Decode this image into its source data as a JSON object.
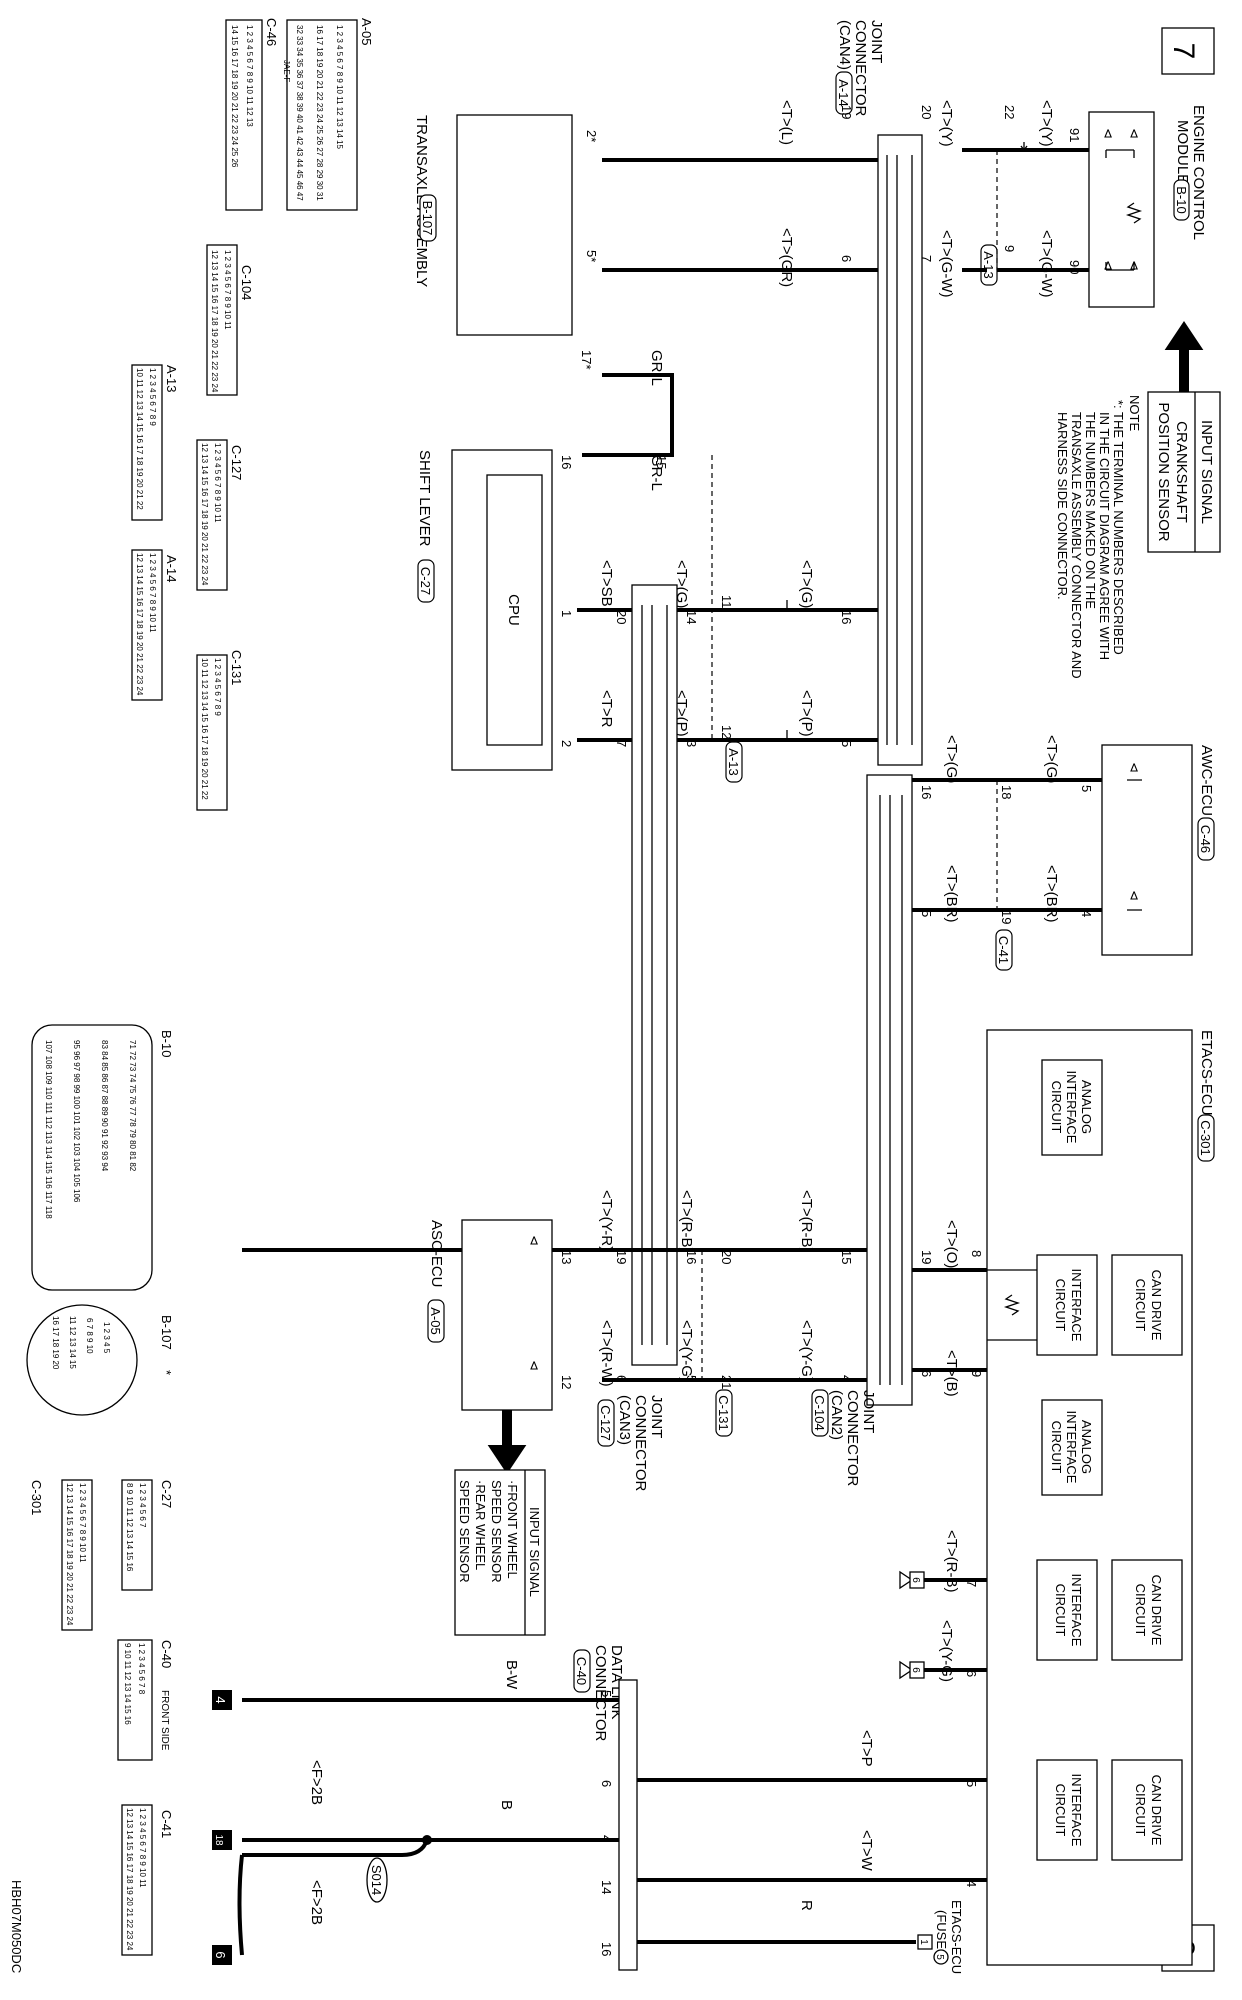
{
  "pages": {
    "start": "7",
    "end": "8"
  },
  "footer_code": "HBH07M050DC",
  "note": {
    "heading": "NOTE",
    "lines": [
      "*: THE TERMINAL NUMBERS DESCRIBED",
      "IN THE CIRCUIT DIAGRAM AGREE WITH",
      "THE NUMBERS MAKED ON THE",
      "TRANSAXLE ASSEMBLY CONNECTOR AND",
      "HARNESS SIDE CONNECTOR."
    ]
  },
  "components": {
    "ecm": {
      "line1": "ENGINE CONTROL",
      "line2": "MODULE",
      "code": "B-10"
    },
    "input_signal_top": {
      "title": "INPUT SIGNAL",
      "line1": "CRANKSHAFT",
      "line2": "POSITION SENSOR"
    },
    "awc": {
      "name": "AWC-ECU",
      "code": "C-46"
    },
    "etacs": {
      "name": "ETACS-ECU",
      "code": "C-301"
    },
    "jc4": {
      "line1": "JOINT",
      "line2": "CONNECTOR",
      "line3": "(CAN4)",
      "code": "A-14"
    },
    "jc2": {
      "line1": "JOINT",
      "line2": "CONNECTOR",
      "line3": "(CAN2)",
      "code": "C-104"
    },
    "jc3": {
      "line1": "JOINT",
      "line2": "CONNECTOR",
      "line3": "(CAN3)",
      "code": "C-127"
    },
    "transaxle": {
      "name": "TRANSAXLE ASSEMBLY",
      "code": "B-107"
    },
    "shift": {
      "name": "SHIFT LEVER",
      "code": "C-27",
      "cpu": "CPU"
    },
    "asc": {
      "name": "ASC-ECU",
      "code": "A-05"
    },
    "input_signal_bottom": {
      "title": "INPUT SIGNAL",
      "lines": [
        "·FRONT WHEEL",
        "SPEED SENSOR",
        "·REAR WHEEL",
        "SPEED SENSOR"
      ]
    },
    "dlc": {
      "line1": "DATA LINK",
      "line2": "CONNECTOR",
      "code": "C-40"
    },
    "etacs_fuse": {
      "line1": "ETACS-ECU",
      "line2": "(FUSE",
      "fuse": "5"
    }
  },
  "circuits": {
    "analog1": [
      "ANALOG",
      "INTERFACE",
      "CIRCUIT"
    ],
    "analog2": [
      "ANALOG",
      "INTERFACE",
      "CIRCUIT"
    ],
    "can_drive": [
      "CAN DRIVE",
      "CIRCUIT"
    ],
    "interface": [
      "INTERFACE",
      "CIRCUIT"
    ]
  },
  "inline_codes": {
    "a13": "A-13",
    "c41": "C-41",
    "c131": "C-131"
  },
  "splice": "S014",
  "ground_refs": {
    "r4": "4",
    "r18": "18",
    "r6": "6",
    "r6b": "6",
    "r6c": "6",
    "r1": "1"
  },
  "wires": {
    "t_y": "<T>(Y)",
    "t_gw": "<T>(G-W)",
    "t_l": "<T>(L)",
    "t_gr": "<T>(GR)",
    "gr_l": "GR-L",
    "t_g": "<T>(G)",
    "t_p": "<T>(P)",
    "t_sb": "<T>SB",
    "t_r": "<T>R",
    "t_br": "<T>(BR)",
    "t_o": "<T>(O)",
    "t_b": "<T>(B)",
    "t_rb": "<T>(R-B)",
    "t_yg": "<T>(Y-G)",
    "t_yr": "<T>(Y-R)",
    "t_rw": "<T>(R-W)",
    "b_w": "B-W",
    "b": "B",
    "t_P": "<T>P",
    "t_W": "<T>W",
    "r": "R",
    "f2b": "<F>2B"
  },
  "terminals": {
    "ecm_a": "91",
    "ecm_b": "90",
    "a13_a": "22",
    "a13_b": "9",
    "j4_20": "20",
    "j4_7": "7",
    "j4_19": "19",
    "j4_6": "6",
    "j4_16": "16",
    "j4_5": "5",
    "tx_2": "2*",
    "tx_5": "5*",
    "tx_17": "17*",
    "a13_15": "15",
    "a13_11": "11",
    "a13_12": "12",
    "j3_14": "14",
    "j3_3": "3",
    "j3_20": "20",
    "j3_7": "7",
    "sl_16": "16",
    "sl_1": "1",
    "sl_2": "2",
    "awc_5": "5",
    "awc_4": "4",
    "c41_18": "18",
    "c41_19": "19",
    "j2_16": "16",
    "j2_5": "5",
    "et_8": "8",
    "et_9": "9",
    "et_7": "7",
    "et_6": "6",
    "et_5": "5",
    "et_4": "4",
    "j2_19": "19",
    "j2_6": "6",
    "j2_15": "15",
    "j2_4": "4",
    "c131_20": "20",
    "c131_21": "21",
    "j3_16": "16",
    "j3_5": "5",
    "j3_19": "19",
    "j3_6": "6",
    "asc_13": "13",
    "asc_12": "12",
    "dlc_5": "5",
    "dlc_6": "6",
    "dlc_4": "4",
    "dlc_14": "14",
    "dlc_16": "16"
  },
  "connector_views": {
    "a05": {
      "label": "A-05",
      "sub": "JAE-F",
      "rows": [
        "1 2 3 4 5 6 7 8 9 10 11 12 13 14 15",
        "16 17 18 19 20 21 22 23 24 25 26 27 28 29 30 31",
        "32 33 34 35 36 37 38 39 40 41 42 43 44 45 46 47"
      ]
    },
    "c46": {
      "label": "C-46",
      "rows": [
        "1 2 3 4 5 6 7 8 9 10 11 12 13",
        "14 15 16 17 18 19 20 21 22 23 24 25 26"
      ]
    },
    "c104": {
      "label": "C-104",
      "rows": [
        "1 2 3 4 5 6 7 8 9 10 11",
        "12 13 14 15 16 17 18 19 20 21 22 23 24"
      ]
    },
    "a13": {
      "label": "A-13",
      "rows": [
        "1 2 3 4 5 6 7 8 9",
        "10 11 12 13 14 15 16 17 18 19 20 21 22"
      ]
    },
    "c127": {
      "label": "C-127",
      "rows": [
        "1 2 3 4 5 6 7 8 9 10 11",
        "12 13 14 15 16 17 18 19 20 21 22 23 24"
      ]
    },
    "a14": {
      "label": "A-14",
      "rows": [
        "1 2 3 4 5 6 7 8 9 10 11",
        "12 13 14 15 16 17 18 19 20 21 22 23 24"
      ]
    },
    "c131": {
      "label": "C-131",
      "rows": [
        "1 2 3 4 5 6 7 8 9",
        "10 11 12 13 14 15 16 17 18 19 20 21 22"
      ]
    },
    "b10": {
      "label": "B-10",
      "rows": [
        "71 72 73 74 75 76 77 78 79 80 81 82",
        "83 84 85 86 87 88 89 90 91 92 93 94",
        "95 96 97 98 99 100 101 102 103 104 105 106",
        "107 108 109 110 111 112 113 114 115 116 117 118"
      ]
    },
    "b107": {
      "label": "B-107",
      "star": "*",
      "rows": [
        "1 2 3 4 5",
        "6 7 8 9 10",
        "11 12 13 14 15",
        "16 17 18 19 20"
      ]
    },
    "c301": {
      "label": "C-301",
      "rows": [
        "1 2 3 4 5 6 7 8 9 10 11",
        "12 13 14 15 16 17 18 19 20 21 22 23 24"
      ]
    },
    "c27": {
      "label": "C-27",
      "rows": [
        "1 2 3 4 5 6 7",
        "8 9 10 11 12 13 14 15 16"
      ]
    },
    "c40": {
      "label": "C-40",
      "side": "FRONT SIDE",
      "rows": [
        "1 2 3 4 5 6 7 8",
        "9 10 11 12 13 14 15 16"
      ]
    },
    "c41": {
      "label": "C-41",
      "rows": [
        "1 2 3 4 5 6 7 8 9 10 11",
        "12 13 14 15 16 17 18 19 20 21 22 23 24"
      ]
    }
  }
}
